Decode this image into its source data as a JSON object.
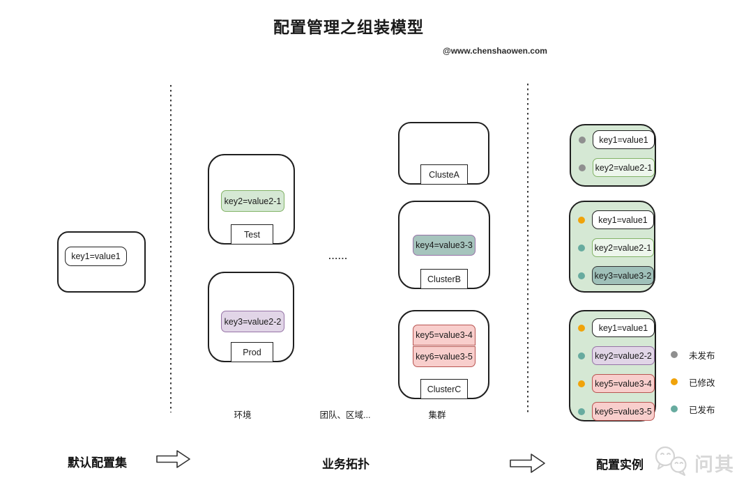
{
  "title": "配置管理之组装模型",
  "credit": "@www.chenshaowen.com",
  "colors": {
    "green_fill": "#d5e8d4",
    "green_border": "#82b366",
    "lightgreen_fill": "#edf6ec",
    "purple_fill": "#e1d5e7",
    "purple_border": "#9673a6",
    "teal_fill": "#a6c4bd",
    "teal_border": "#9673a6",
    "tealdark_fill": "#9fc0b9",
    "tealdark_border": "#333333",
    "pink_fill": "#f8cecc",
    "pink_border": "#b85450",
    "container_fill": "#d5e8d4",
    "dot_gray": "#8f8f8f",
    "dot_orange": "#f0a30a",
    "dot_teal": "#67ab9f",
    "watermark": "#d8d8d8"
  },
  "default_set": {
    "flow_label": "默认配置集",
    "item": "key1=value1"
  },
  "topology": {
    "flow_label": "业务拓扑",
    "ellipsis": "......",
    "column_labels": {
      "env": "环境",
      "team": "团队、区域...",
      "cluster": "集群"
    },
    "environments": [
      {
        "name": "Test",
        "items": [
          "key2=value2-1"
        ]
      },
      {
        "name": "Prod",
        "items": [
          "key3=value2-2"
        ]
      }
    ],
    "clusters": [
      {
        "name": "ClusteA",
        "items": []
      },
      {
        "name": "ClusterB",
        "items": [
          "key4=value3-3"
        ]
      },
      {
        "name": "ClusterC",
        "items": [
          "key5=value3-4",
          "key6=value3-5"
        ]
      }
    ]
  },
  "instances": {
    "flow_label": "配置实例",
    "groups": [
      {
        "rows": [
          {
            "status": "未发布",
            "text": "key1=value1"
          },
          {
            "status": "未发布",
            "text": "key2=value2-1"
          }
        ]
      },
      {
        "rows": [
          {
            "status": "已修改",
            "text": "key1=value1"
          },
          {
            "status": "已发布",
            "text": "key2=value2-1"
          },
          {
            "status": "已发布",
            "text": "key3=value3-2"
          }
        ]
      },
      {
        "rows": [
          {
            "status": "已修改",
            "text": "key1=value1"
          },
          {
            "status": "已发布",
            "text": "key2=value2-2"
          },
          {
            "status": "已修改",
            "text": "key5=value3-4"
          },
          {
            "status": "已发布",
            "text": "key6=value3-5"
          }
        ]
      }
    ]
  },
  "legend": [
    {
      "label": "未发布"
    },
    {
      "label": "已修改"
    },
    {
      "label": "已发布"
    }
  ],
  "watermark": "问其"
}
